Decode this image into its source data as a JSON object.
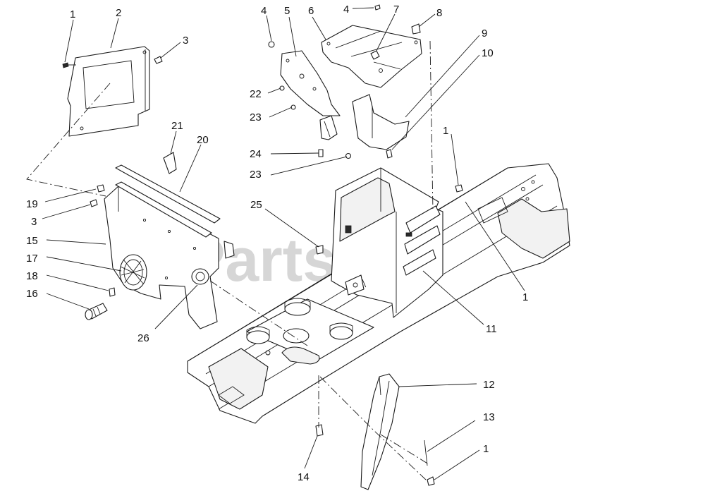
{
  "watermark": {
    "text": "PartsTree",
    "tm": "TM"
  },
  "callouts": [
    {
      "id": "c1a",
      "label": "1"
    },
    {
      "id": "c2",
      "label": "2"
    },
    {
      "id": "c3a",
      "label": "3"
    },
    {
      "id": "c4a",
      "label": "4"
    },
    {
      "id": "c5",
      "label": "5"
    },
    {
      "id": "c6",
      "label": "6"
    },
    {
      "id": "c4b",
      "label": "4"
    },
    {
      "id": "c7",
      "label": "7"
    },
    {
      "id": "c8",
      "label": "8"
    },
    {
      "id": "c9",
      "label": "9"
    },
    {
      "id": "c10",
      "label": "10"
    },
    {
      "id": "c22",
      "label": "22"
    },
    {
      "id": "c23a",
      "label": "23"
    },
    {
      "id": "c21",
      "label": "21"
    },
    {
      "id": "c20",
      "label": "20"
    },
    {
      "id": "c1b",
      "label": "1"
    },
    {
      "id": "c24",
      "label": "24"
    },
    {
      "id": "c23b",
      "label": "23"
    },
    {
      "id": "c19",
      "label": "19"
    },
    {
      "id": "c3b",
      "label": "3"
    },
    {
      "id": "c25",
      "label": "25"
    },
    {
      "id": "c15",
      "label": "15"
    },
    {
      "id": "c17",
      "label": "17"
    },
    {
      "id": "c18",
      "label": "18"
    },
    {
      "id": "c16",
      "label": "16"
    },
    {
      "id": "c1c",
      "label": "1"
    },
    {
      "id": "c11",
      "label": "11"
    },
    {
      "id": "c26",
      "label": "26"
    },
    {
      "id": "c12",
      "label": "12"
    },
    {
      "id": "c13",
      "label": "13"
    },
    {
      "id": "c1d",
      "label": "1"
    },
    {
      "id": "c14",
      "label": "14"
    }
  ]
}
